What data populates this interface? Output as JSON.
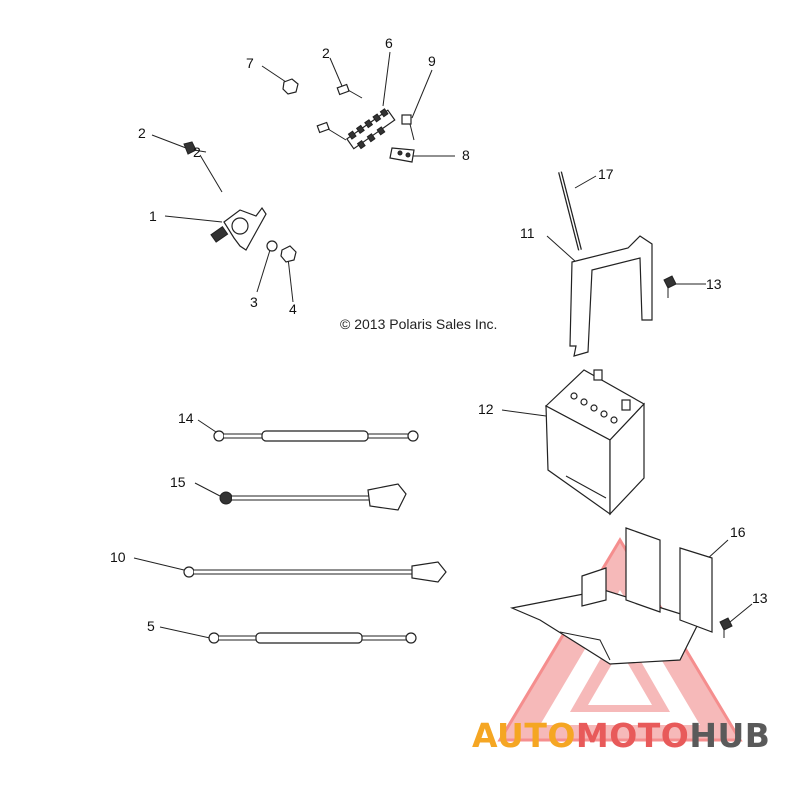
{
  "copyright": "© 2013 Polaris Sales Inc.",
  "callouts": [
    "1",
    "2",
    "2",
    "2",
    "3",
    "4",
    "5",
    "6",
    "7",
    "8",
    "9",
    "10",
    "11",
    "12",
    "13",
    "13",
    "14",
    "15",
    "16",
    "17"
  ],
  "logo": {
    "part1": "AUTO",
    "part2": "MOTO",
    "part3": "HUB",
    "colors": {
      "auto": "#f5a623",
      "moto": "#e85a5a",
      "hub": "#5a5a5a",
      "triangle": "#ee3333"
    }
  }
}
